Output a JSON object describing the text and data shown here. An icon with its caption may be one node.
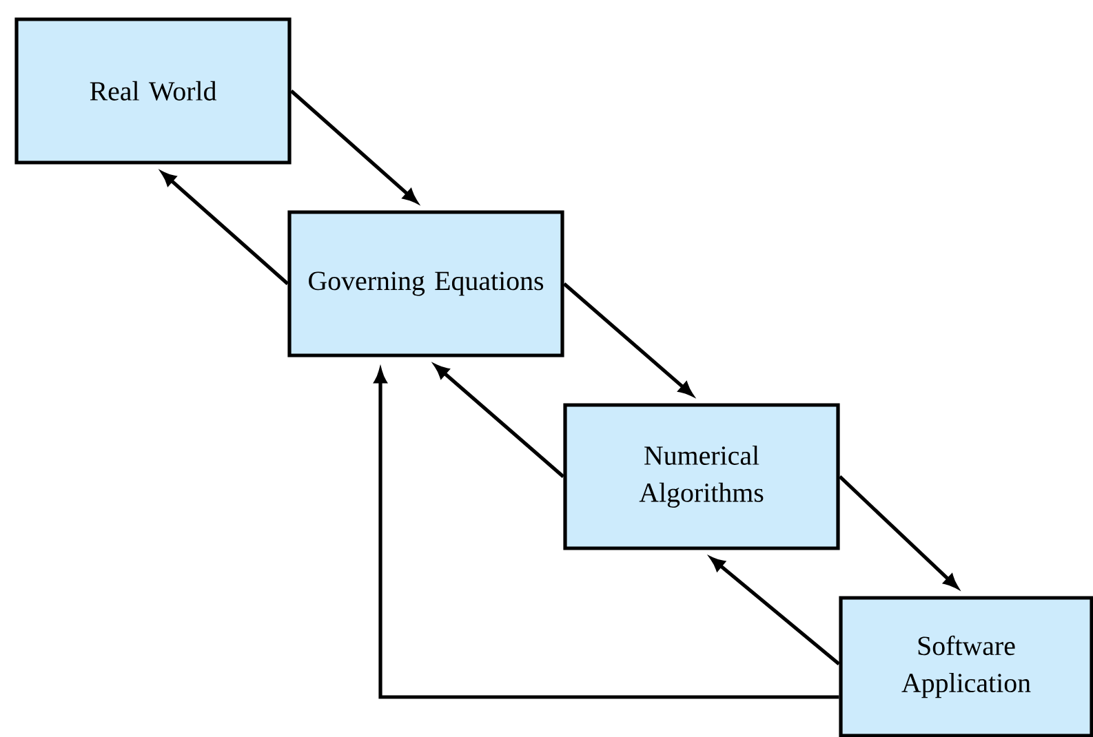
{
  "diagram": {
    "nodes": [
      {
        "text": [
          "Real World"
        ]
      },
      {
        "text": [
          "Governing Equations"
        ]
      },
      {
        "text": [
          "Numerical Algorithms"
        ]
      },
      {
        "text": [
          "Software Application"
        ]
      }
    ],
    "edges": [
      {
        "from": 0,
        "to": 1,
        "arrow": "to"
      },
      {
        "from": 1,
        "to": 0,
        "arrow": "to"
      },
      {
        "from": 1,
        "to": 2,
        "arrow": "to"
      },
      {
        "from": 2,
        "to": 1,
        "arrow": "to"
      },
      {
        "from": 2,
        "to": 3,
        "arrow": "to"
      },
      {
        "from": 3,
        "to": 2,
        "arrow": "to"
      },
      {
        "from": 3,
        "to": 1,
        "arrow": "to"
      }
    ]
  }
}
